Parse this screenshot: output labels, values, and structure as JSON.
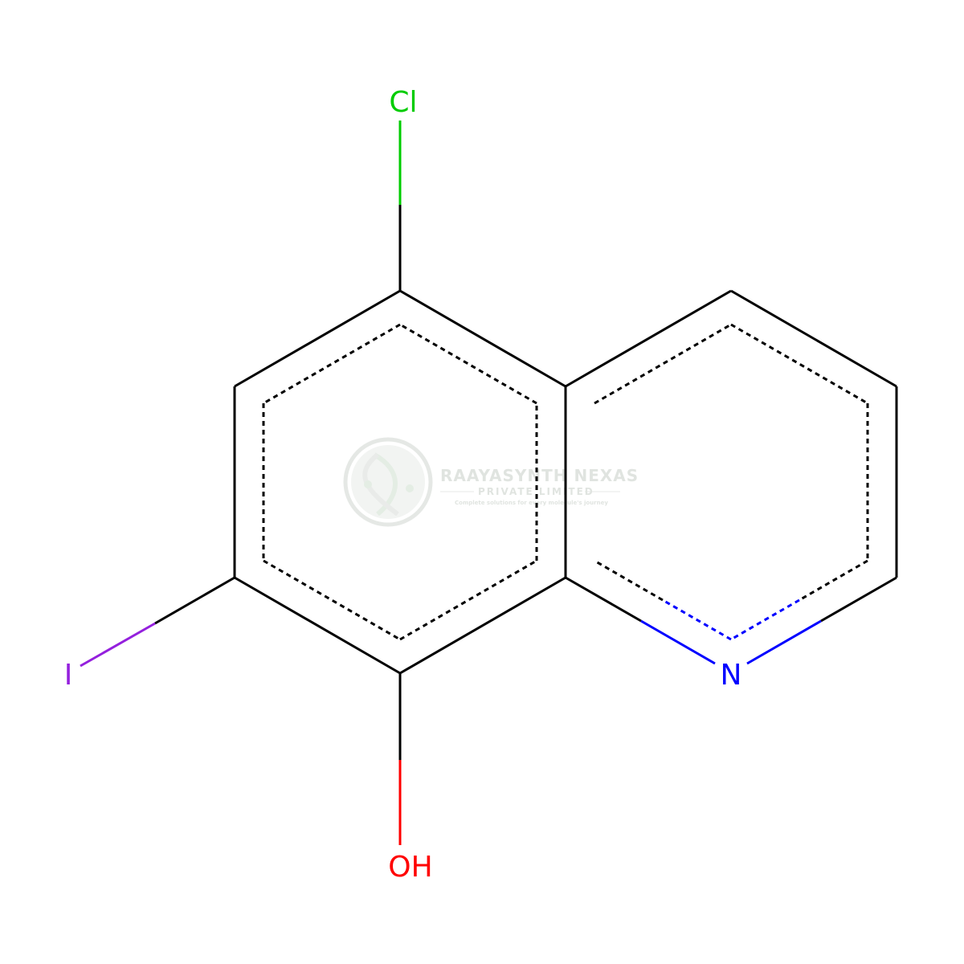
{
  "molecule": {
    "atoms": {
      "chlorine": {
        "label": "Cl",
        "color": "#00cc00"
      },
      "iodine": {
        "label": "I",
        "color": "#9420dd"
      },
      "nitrogen": {
        "label": "N",
        "color": "#0000ff"
      },
      "hydroxyl": {
        "label": "OH",
        "color": "#ff0000"
      }
    },
    "bond_color": "#000000"
  },
  "watermark": {
    "title": "RAAYASYNTH NEXAS",
    "subtitle": "PRIVATE LIMITED",
    "tagline": "Complete solutions for every molecule's journey",
    "color": "#c8cfc8",
    "logo_icon": "dna-helix-logo-icon"
  }
}
